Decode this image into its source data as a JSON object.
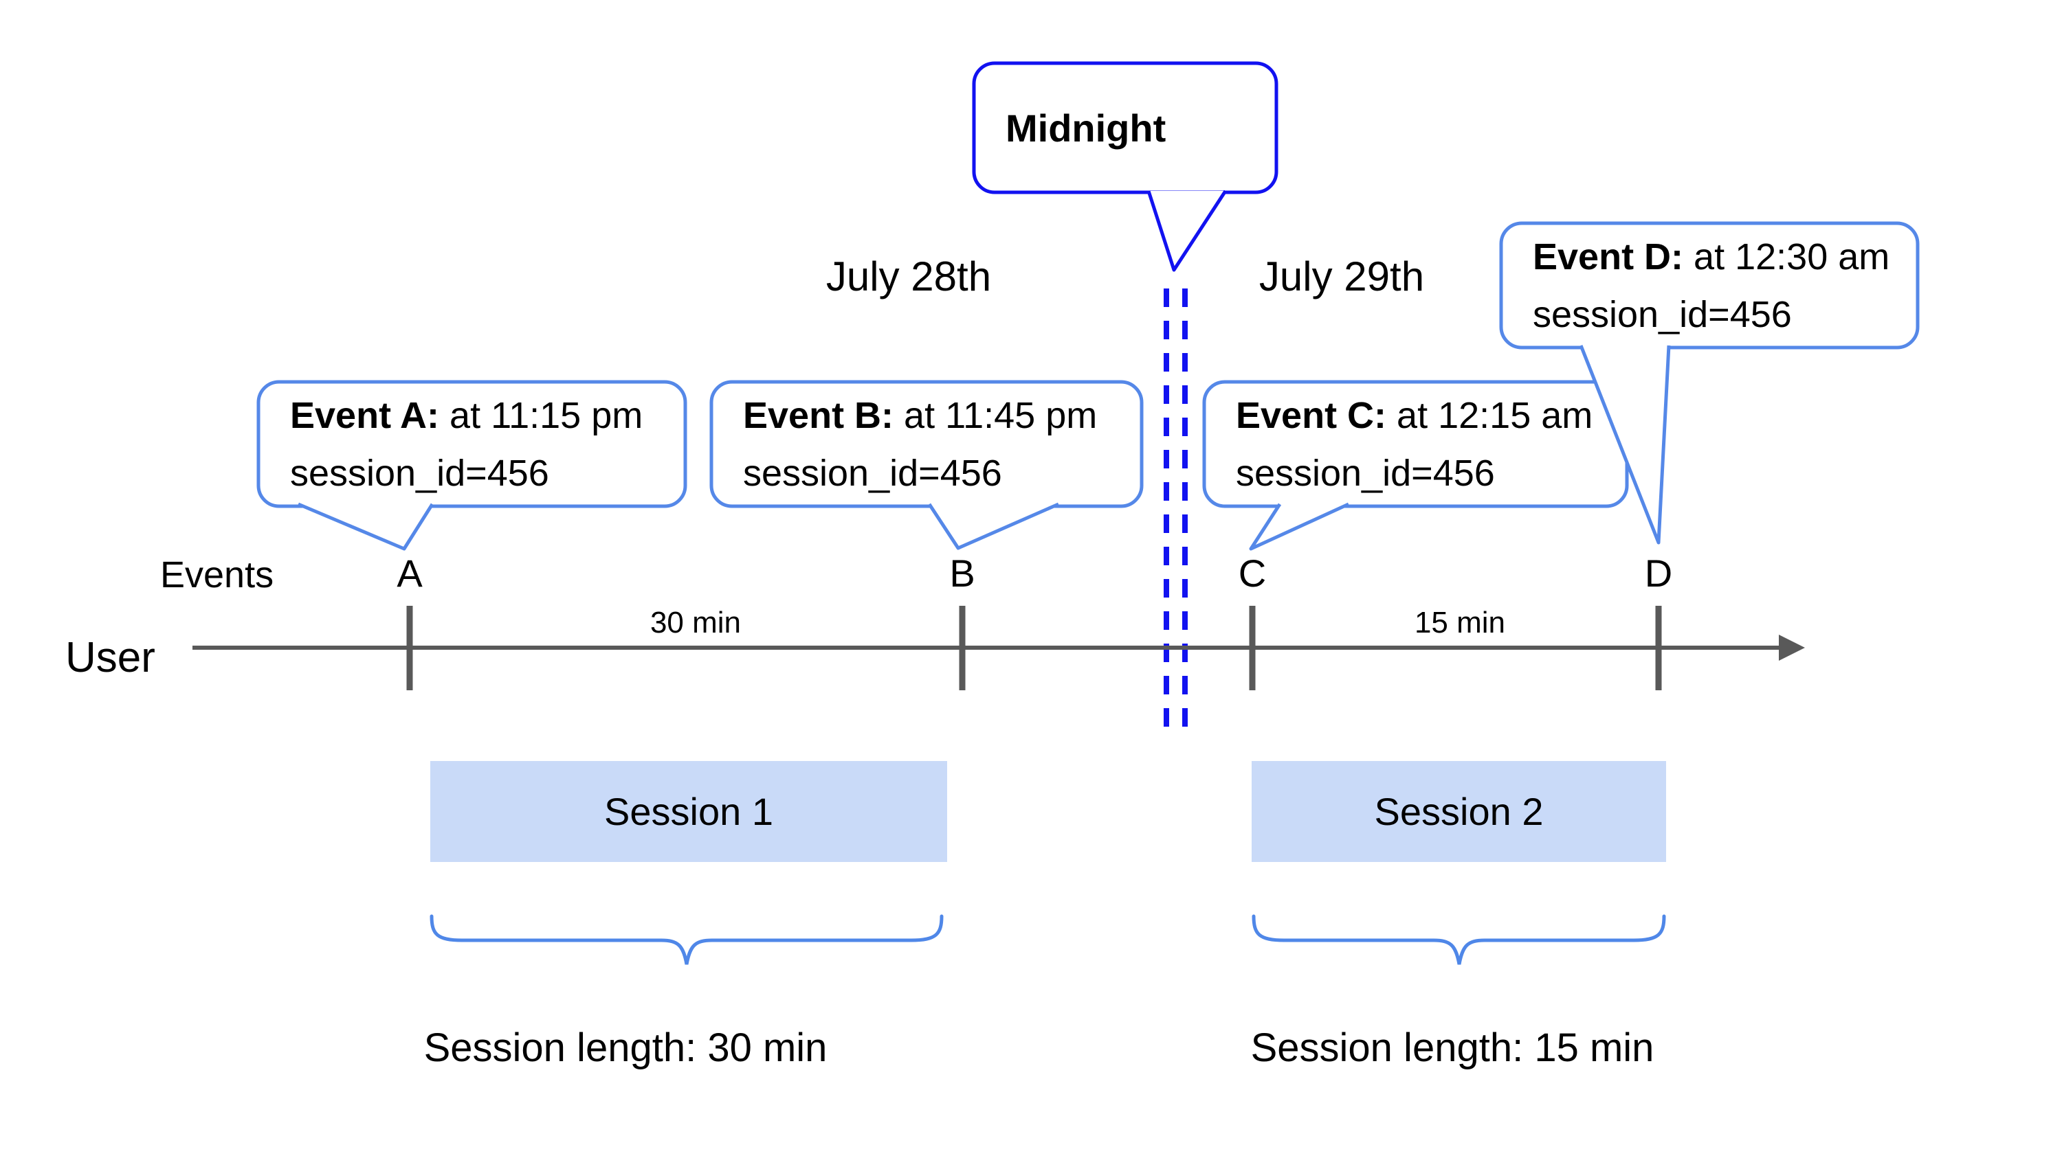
{
  "colors": {
    "midnight_blue": "#1212f0",
    "callout_blue": "#5588e8",
    "brace_blue": "#4f87e8",
    "session_fill": "#c9daf8",
    "axis_gray": "#595959",
    "text": "#000000"
  },
  "midnight": {
    "label": "Midnight"
  },
  "dates": {
    "day1": "July 28th",
    "day2": "July 29th"
  },
  "axis": {
    "row_label": "Events",
    "line_label": "User"
  },
  "events": [
    {
      "label": "A",
      "title": "Event A:",
      "time": " at 11:15 pm",
      "session": "session_id=456"
    },
    {
      "label": "B",
      "title": "Event B:",
      "time": " at 11:45 pm",
      "session": "session_id=456"
    },
    {
      "label": "C",
      "title": "Event C:",
      "time": " at 12:15 am",
      "session": "session_id=456"
    },
    {
      "label": "D",
      "title": "Event D:",
      "time": " at 12:30 am",
      "session": "session_id=456"
    }
  ],
  "intervals": [
    {
      "label": "30 min"
    },
    {
      "label": "15 min"
    }
  ],
  "sessions": [
    {
      "name": "Session 1",
      "length": "Session length: 30 min"
    },
    {
      "name": "Session 2",
      "length": "Session length: 15 min"
    }
  ]
}
